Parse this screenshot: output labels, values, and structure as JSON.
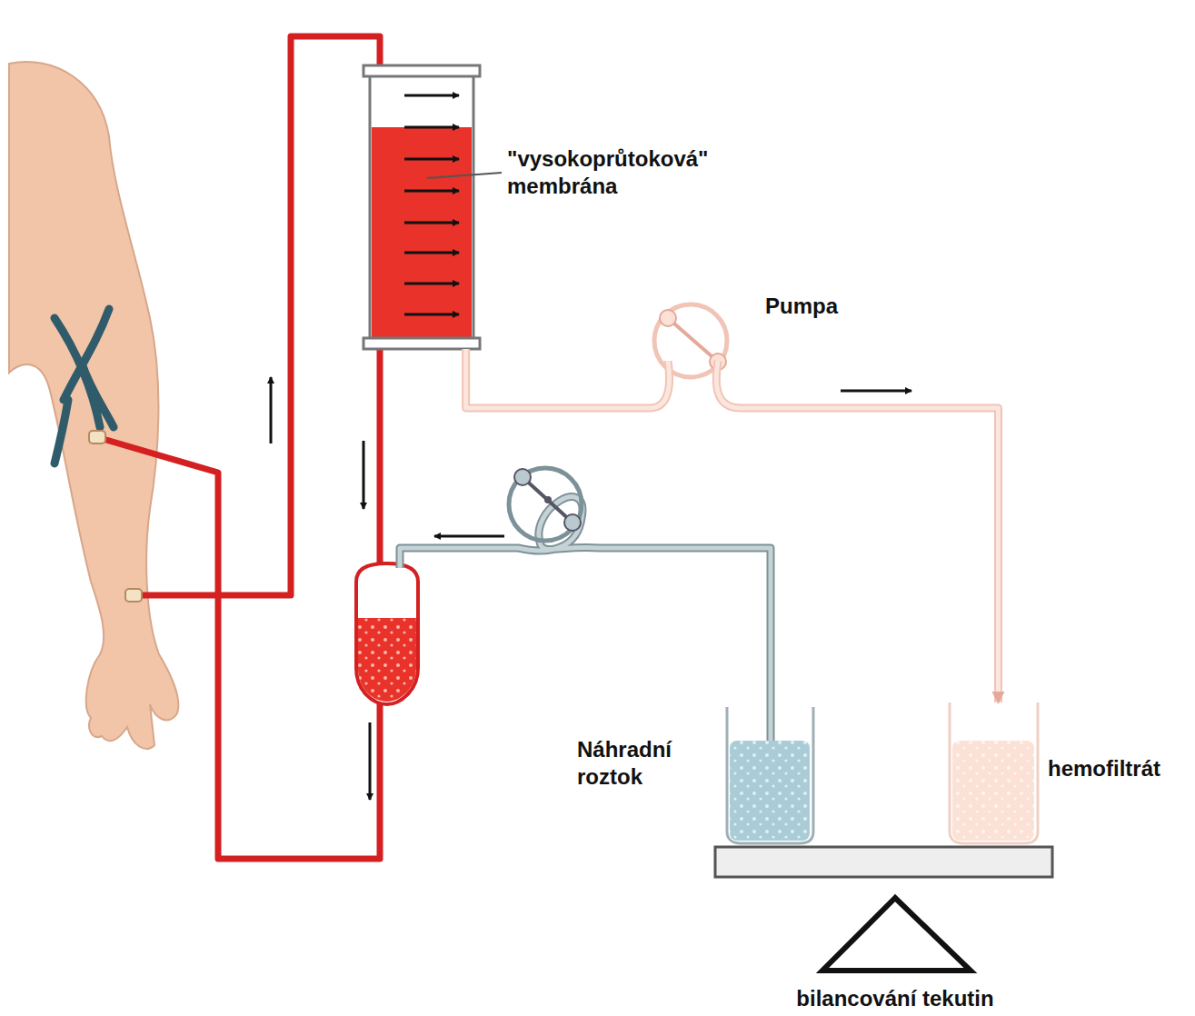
{
  "diagram": {
    "nodes": [
      {
        "text": [
          "\"vysokoprůtoková\" membrána"
        ]
      },
      {
        "text": [
          "Náhradní roztok"
        ]
      },
      {
        "text": [
          "hemofiltrát"
        ]
      }
    ],
    "edges": [
      {
        "from": 0,
        "to": 2,
        "arrow": "to"
      }
    ],
    "labels": [
      "Pumpa",
      "bilancování tekutin"
    ]
  }
}
